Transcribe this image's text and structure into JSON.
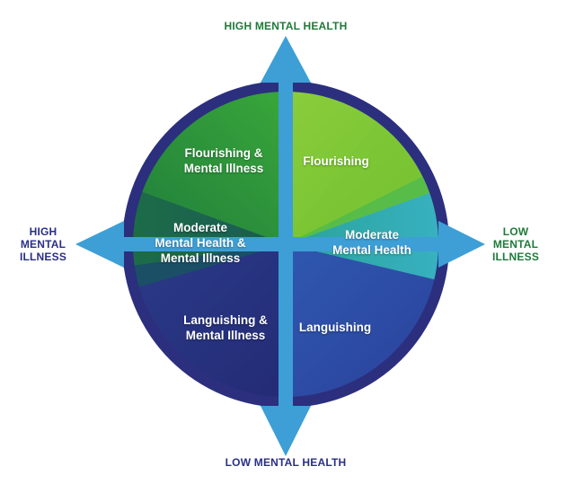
{
  "axes": {
    "top": "HIGH MENTAL HEALTH",
    "bottom": "LOW MENTAL HEALTH",
    "left": "HIGH\nMENTAL\nILLNESS",
    "right": "LOW\nMENTAL\nILLNESS"
  },
  "quadrants": {
    "top_left": "Flourishing &\nMental Illness",
    "top_right": "Flourishing",
    "mid_left": "Moderate\nMental Health &\nMental Illness",
    "mid_right": "Moderate\nMental Health",
    "bottom_left": "Languishing &\nMental Illness",
    "bottom_right": "Languishing"
  },
  "colors": {
    "axis_green": "#1f7a3a",
    "axis_navy": "#2a2f86",
    "arrow_blue": "#3d9fd6",
    "ring_navy": "#2b2f7e"
  }
}
